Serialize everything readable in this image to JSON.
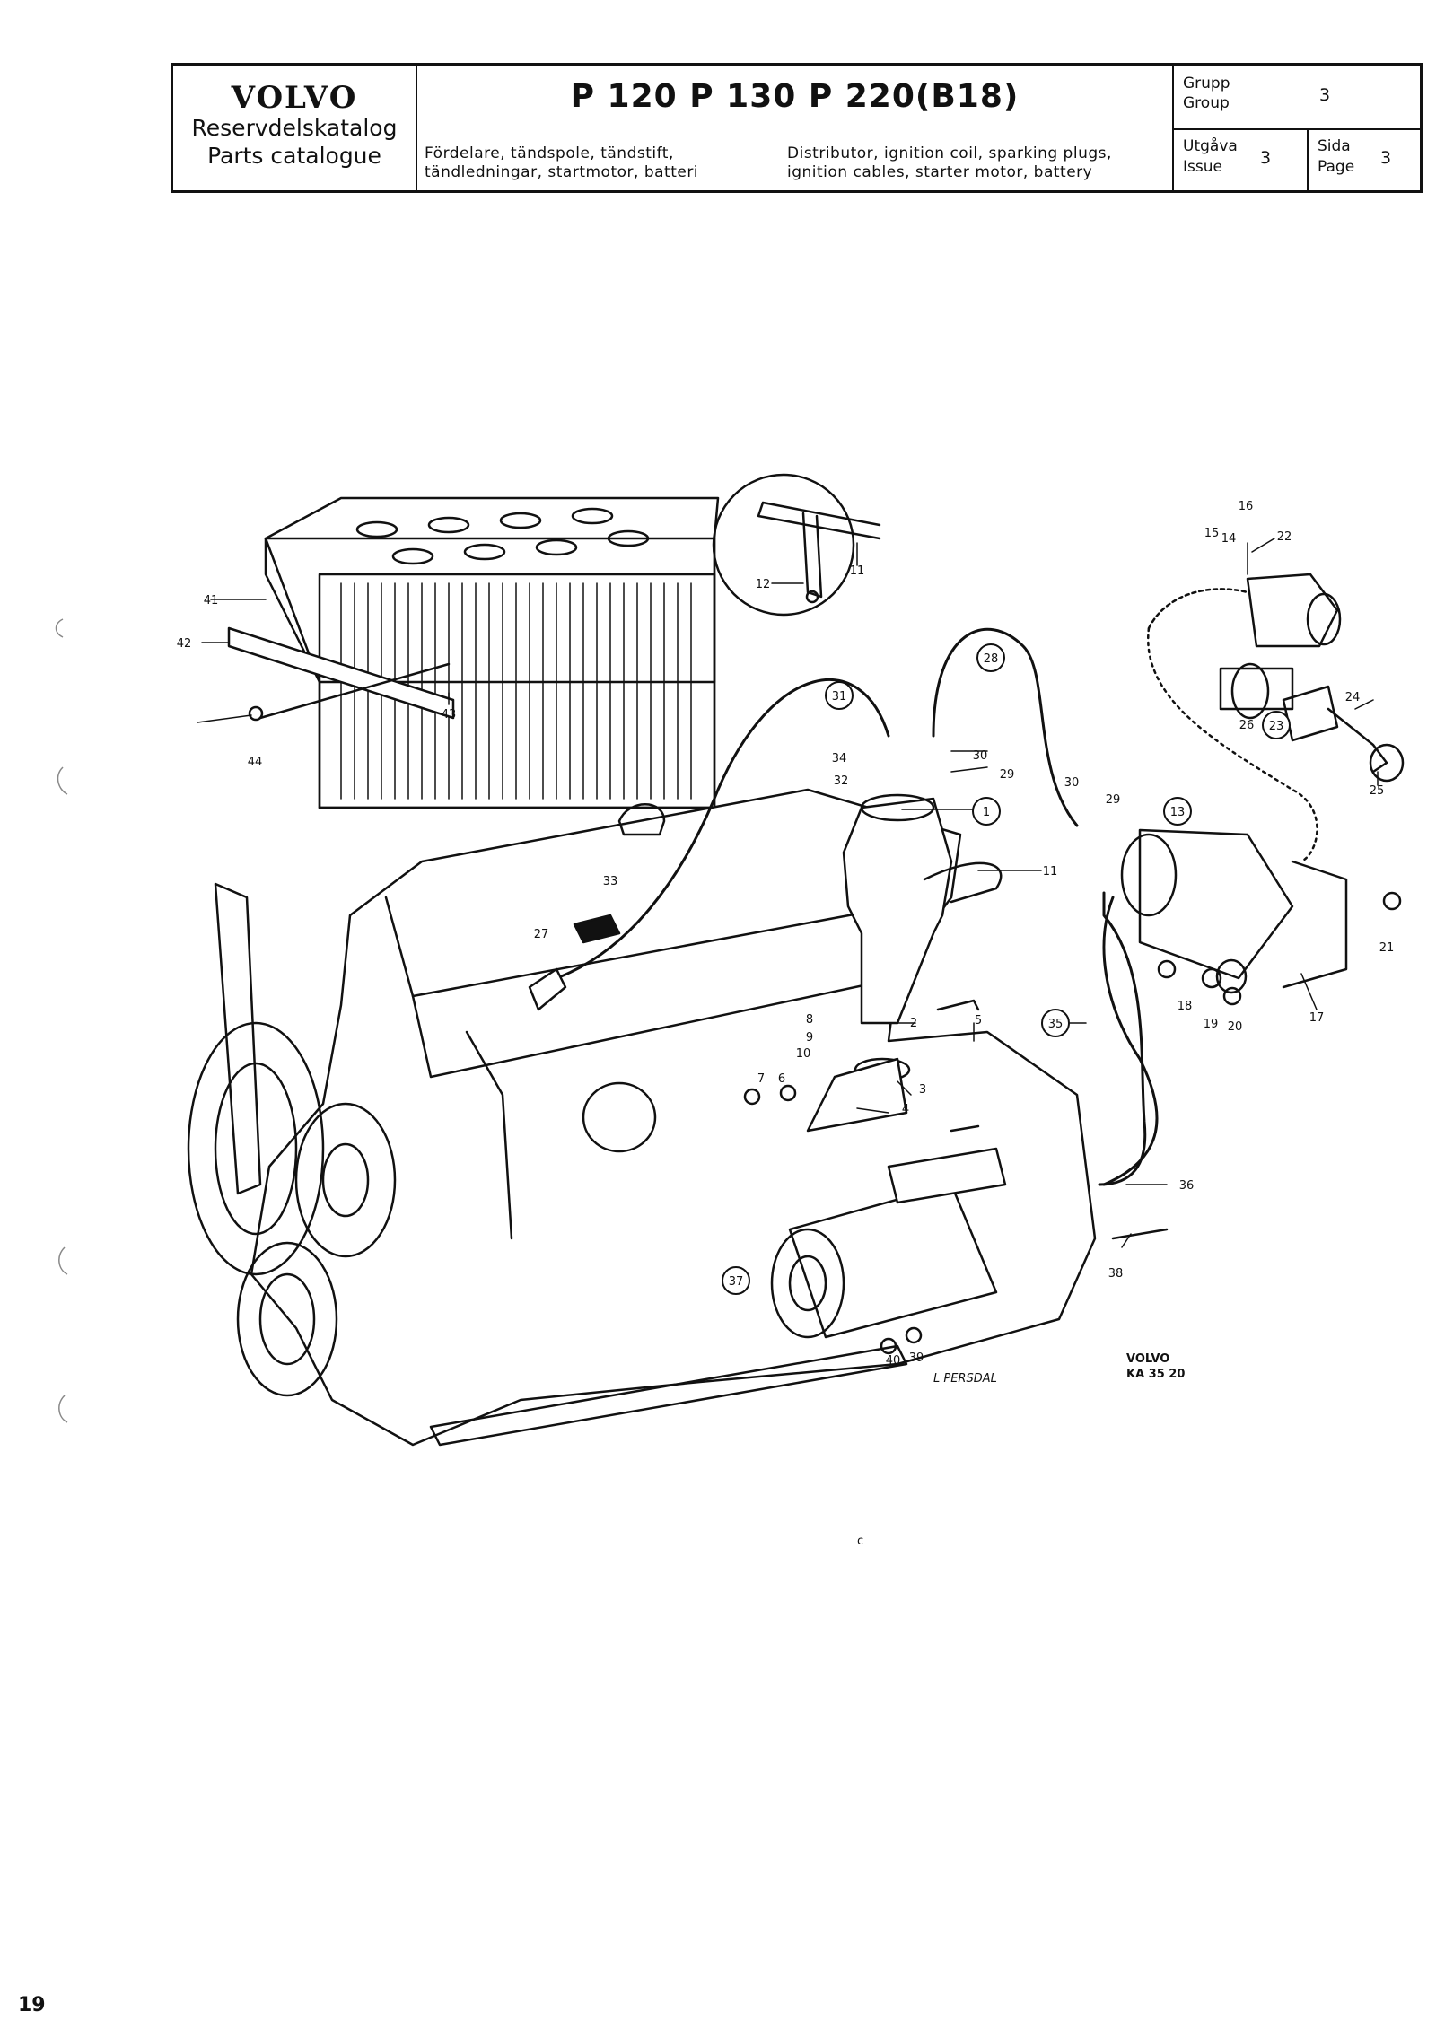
{
  "header": {
    "brand": "VOLVO",
    "catalog_sv": "Reservdelskatalog",
    "catalog_en": "Parts catalogue",
    "models": "P 120  P 130  P 220(B18)",
    "desc_sv_1": "Fördelare, tändspole, tändstift,",
    "desc_sv_2": "tändledningar, startmotor, batteri",
    "desc_en_1": "Distributor, ignition coil, sparking plugs,",
    "desc_en_2": "ignition cables, starter motor, battery",
    "group_label_sv": "Grupp",
    "group_label_en": "Group",
    "group_value": "3",
    "issue_label_sv": "Utgåva",
    "issue_label_en": "Issue",
    "issue_value": "3",
    "page_label_sv": "Sida",
    "page_label_en": "Page",
    "page_value": "3"
  },
  "drawing": {
    "part_numbers": [
      "1",
      "2",
      "3",
      "4",
      "5",
      "6",
      "7",
      "8",
      "9",
      "10",
      "11",
      "11",
      "12",
      "13",
      "14",
      "15",
      "16",
      "17",
      "18",
      "19",
      "20",
      "21",
      "22",
      "23",
      "24",
      "25",
      "26",
      "27",
      "28",
      "29",
      "29",
      "30",
      "30",
      "31",
      "32",
      "33",
      "34",
      "35",
      "36",
      "37",
      "38",
      "39",
      "40",
      "41",
      "42",
      "43",
      "44"
    ],
    "circled_parts": [
      "1",
      "13",
      "23",
      "28",
      "31",
      "35",
      "37"
    ],
    "credit": "L PERSDAL",
    "drawing_ref_1": "VOLVO",
    "drawing_ref_2": "KA 35 20",
    "stray_mark": "c"
  },
  "footer": {
    "page_number": "19"
  }
}
